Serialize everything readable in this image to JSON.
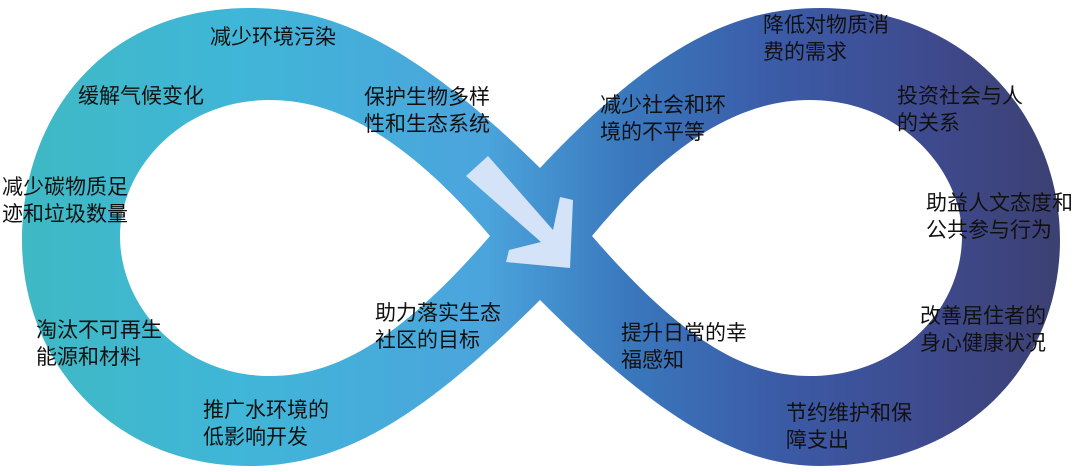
{
  "colors": {
    "gradient": [
      "#3fb9c2",
      "#40b6d8",
      "#4ba4dc",
      "#3a78bd",
      "#3b5ba7",
      "#3e4a8e",
      "#3c3f6e"
    ],
    "arrow": "#d4e3f7",
    "text": "#111111"
  },
  "labels": {
    "reduce_pollution": [
      "减少环境污染"
    ],
    "climate": [
      "缓解气候变化"
    ],
    "biodiversity": [
      "保护生物多样",
      "性和生态系统"
    ],
    "carbon_waste": [
      "减少碳物质足",
      "迹和垃圾数量"
    ],
    "phase_out": [
      "淘汰不可再生",
      "能源和材料"
    ],
    "eco_community": [
      "助力落实生态",
      "社区的目标"
    ],
    "water_env": [
      "推广水环境的",
      "低影响开发"
    ],
    "consumption": [
      "降低对物质消",
      "费的需求"
    ],
    "inequality": [
      "减少社会和环",
      "境的不平等"
    ],
    "social_invest": [
      "投资社会与人",
      "的关系"
    ],
    "humanistic": [
      "助益人文态度和",
      "公共参与行为"
    ],
    "happiness": [
      "提升日常的幸",
      "福感知"
    ],
    "health": [
      "改善居住者的",
      "身心健康状况"
    ],
    "save_cost": [
      "节约维护和保",
      "障支出"
    ]
  }
}
